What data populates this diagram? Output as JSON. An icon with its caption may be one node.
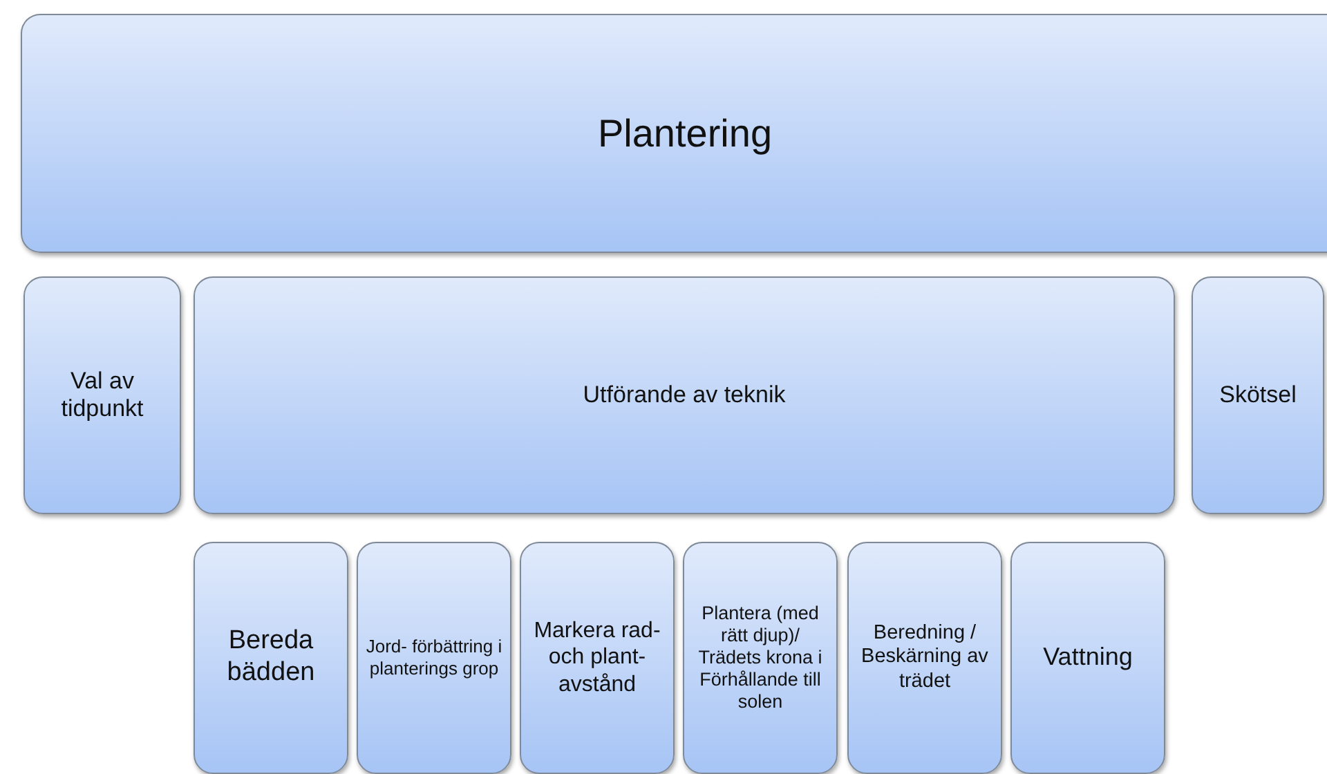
{
  "diagram": {
    "nodes": [
      {
        "text": [
          "Plantering"
        ]
      },
      {
        "text": [
          "Val av tidpunkt"
        ]
      },
      {
        "text": [
          "Utförande av teknik"
        ]
      },
      {
        "text": [
          "Skötsel"
        ]
      },
      {
        "text": [
          "Bereda bädden"
        ]
      },
      {
        "text": [
          "Jord- förbättring i planterings grop"
        ]
      },
      {
        "text": [
          "Markera rad- och plant- avstånd"
        ]
      },
      {
        "text": [
          "Plantera (med rätt djup)/ Trädets krona i Förhållande till solen"
        ]
      },
      {
        "text": [
          "Beredning / Beskärning av trädet"
        ]
      },
      {
        "text": [
          "Vattning"
        ]
      }
    ]
  }
}
